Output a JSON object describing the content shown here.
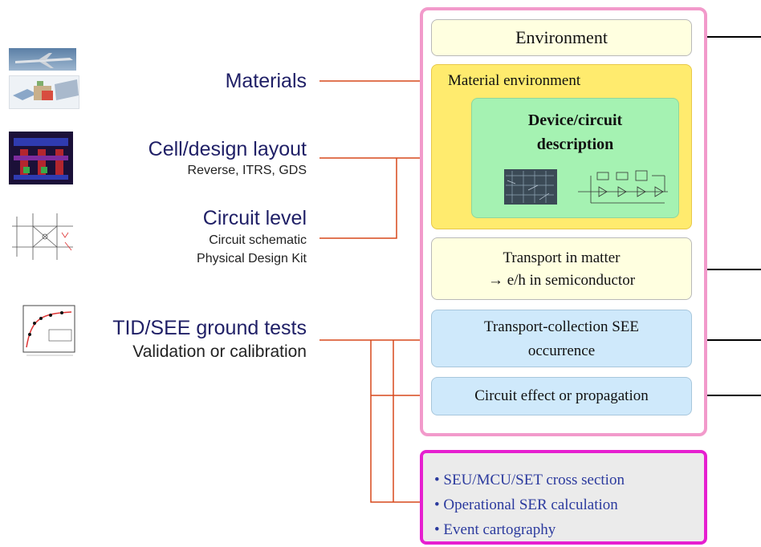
{
  "inputs": {
    "materials": {
      "title": "Materials"
    },
    "cell_layout": {
      "title": "Cell/design layout",
      "subtitle": "Reverse,  ITRS, GDS"
    },
    "circuit_level": {
      "title": "Circuit level",
      "subtitle_1": "Circuit schematic",
      "subtitle_2": "Physical Design Kit"
    },
    "ground_tests": {
      "title": "TID/SEE ground tests",
      "subtitle": "Validation or calibration"
    }
  },
  "model": {
    "environment": "Environment",
    "material_environment": "Material  environment",
    "device_description_1": "Device/circuit",
    "device_description_2": "description",
    "transport_1": "Transport  in  matter",
    "transport_2": "→ e/h  in  semiconductor",
    "collection_1": "Transport-collection  SEE",
    "collection_2": "occurrence",
    "circuit_effect": "Circuit  effect  or propagation"
  },
  "outputs": [
    "• SEU/MCU/SET  cross section",
    "• Operational  SER calculation",
    "• Event cartography"
  ],
  "colors": {
    "outer_frame": "#f29acb",
    "output_frame": "#e61fd0",
    "arrow_red": "#d7491c",
    "cream": "#ffffe0",
    "yellow": "#ffeb6e",
    "green": "#a5f2b2",
    "light_blue": "#cfe9fb",
    "output_text": "#2b3a9e"
  }
}
